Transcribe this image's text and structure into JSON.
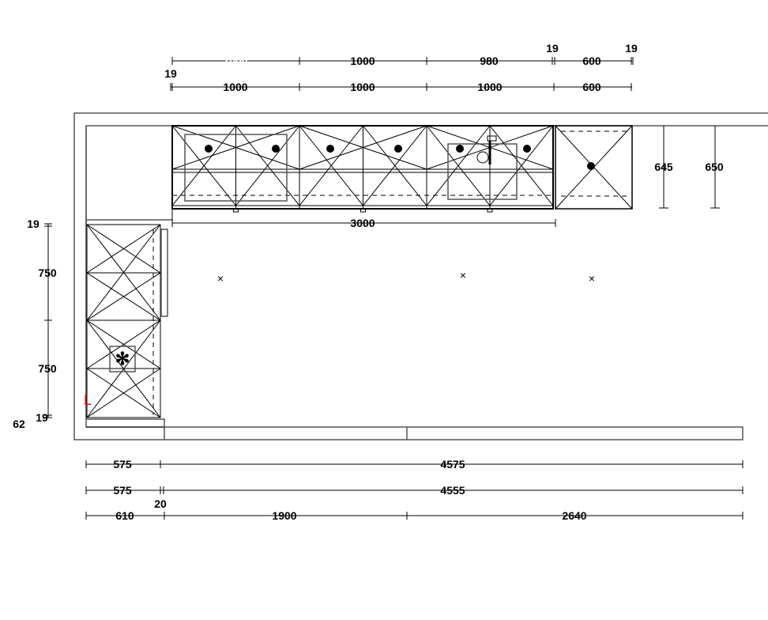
{
  "top_dims_row1": [
    "1000",
    "1000",
    "980",
    "19",
    "600",
    "19"
  ],
  "top_dims_row2": [
    "19",
    "1000",
    "1000",
    "1000",
    "600"
  ],
  "upper_width": "3000",
  "right_heights": [
    "645",
    "650"
  ],
  "left_dims": [
    "19",
    "750",
    "750",
    "19",
    "62"
  ],
  "bottom_row1": [
    "575",
    "4575"
  ],
  "bottom_row2": [
    "575",
    "4555"
  ],
  "bottom_row3": [
    "610",
    "20",
    "1900",
    "2640"
  ],
  "marker_label": "L",
  "colors": {
    "line": "#000000",
    "marker": "#ff0000"
  }
}
